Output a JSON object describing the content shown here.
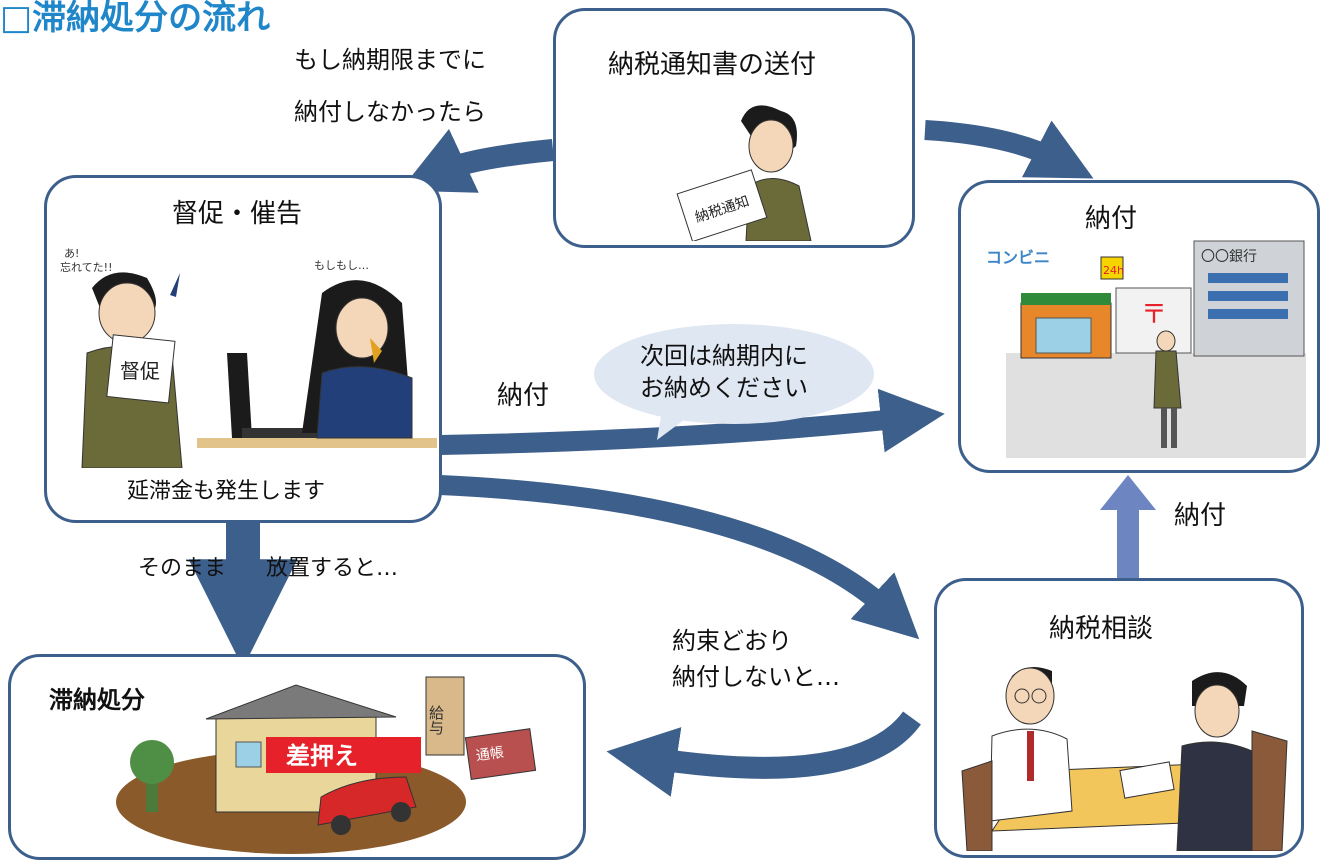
{
  "header": {
    "title": "□滞納処分の流れ"
  },
  "colors": {
    "arrow": "#3d5f8c",
    "arrow_light": "#6d86c2",
    "box_border": "#3d5f8c",
    "bubble": "#dfe7f3",
    "title": "#1f86c9",
    "label_red": "#e6212a",
    "konbini": "#3b86c8"
  },
  "nodes": {
    "notice": {
      "label": "納税通知書の送付",
      "paper_text": "納税通知"
    },
    "demand": {
      "label": "督促・催告",
      "note": "延滞金も発生します",
      "exclaim": "あ!\n忘れてた!!",
      "phone": "もしもし…",
      "paper": "督促"
    },
    "payment": {
      "label": "納付",
      "konbini": "コンビニ",
      "bank": "〇〇銀行",
      "sign24": "24h",
      "post": "〒"
    },
    "consult": {
      "label": "納税相談"
    },
    "seizure": {
      "label": "滞納処分",
      "tag": "差押え",
      "salary": "給与",
      "passbook": "通帳"
    }
  },
  "labels": {
    "if_overdue_1": "もし納期限までに",
    "if_overdue_2": "納付しなかったら",
    "pay_mid": "納付",
    "pay_right": "納付",
    "leave_1": "そのまま",
    "leave_2": "放置すると…",
    "promise_1": "約束どおり",
    "promise_2": "納付しないと…"
  },
  "bubble": {
    "line1": "次回は納期内に",
    "line2": "お納めください"
  }
}
